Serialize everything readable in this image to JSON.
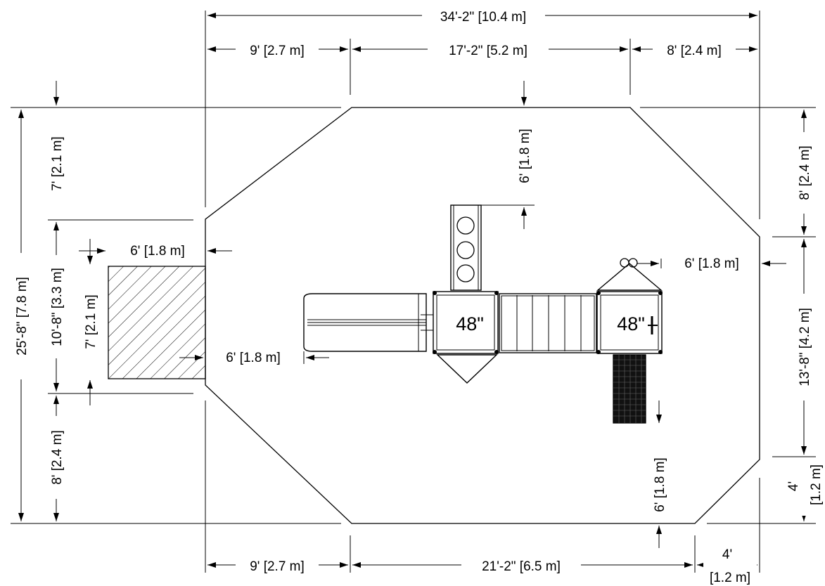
{
  "dimensions": {
    "total_width": "34'-2\" [10.4 m]",
    "top_left": "9' [2.7 m]",
    "top_middle": "17'-2\" [5.2 m]",
    "top_right": "8' [2.4 m]",
    "bottom_left": "9' [2.7 m]",
    "bottom_middle": "21'-2\" [6.5 m]",
    "bottom_right_ft": "4'",
    "bottom_right_m": "[1.2 m]",
    "total_height": "25'-8\" [7.8 m]",
    "left_upper": "7' [2.1 m]",
    "left_middle": "10'-8\" [3.3 m]",
    "left_lower": "8' [2.4 m]",
    "right_upper": "8' [2.4 m]",
    "right_middle": "13'-8\" [4.2 m]",
    "right_lower_ft": "4'",
    "right_lower_m": "[1.2 m]",
    "top_clearance": "6' [1.8 m]",
    "bottom_clearance": "6' [1.8 m]",
    "slide_clearance": "6' [1.8 m]",
    "right_clearance": "6' [1.8 m]",
    "box_clearance": "6' [1.8 m]",
    "box_height": "7' [2.1 m]"
  },
  "equipment": {
    "deck_left_height": "48\"",
    "deck_right_height": "48\""
  }
}
